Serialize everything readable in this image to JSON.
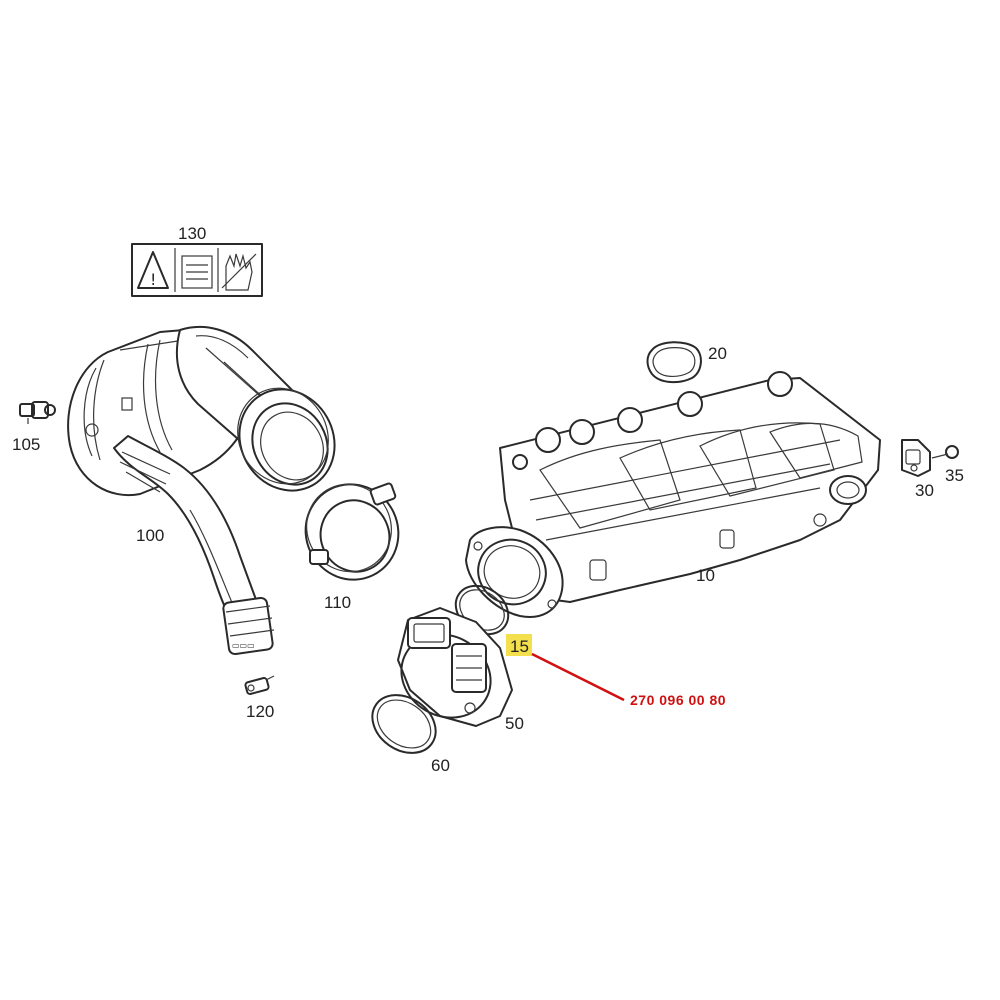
{
  "labels": {
    "label_130": "130",
    "label_105": "105",
    "label_100": "100",
    "label_110": "110",
    "label_120": "120",
    "label_20": "20",
    "label_10": "10",
    "label_30": "30",
    "label_35": "35",
    "label_15": "15",
    "label_50": "50",
    "label_60": "60"
  },
  "callout": {
    "part_number": "270 096 00 80",
    "highlight_color": "#f4e04d",
    "line_color": "#d01010",
    "text_color": "#d01010"
  },
  "icons": [
    "warning-triangle-icon",
    "manual-info-icon",
    "glove-icon"
  ]
}
